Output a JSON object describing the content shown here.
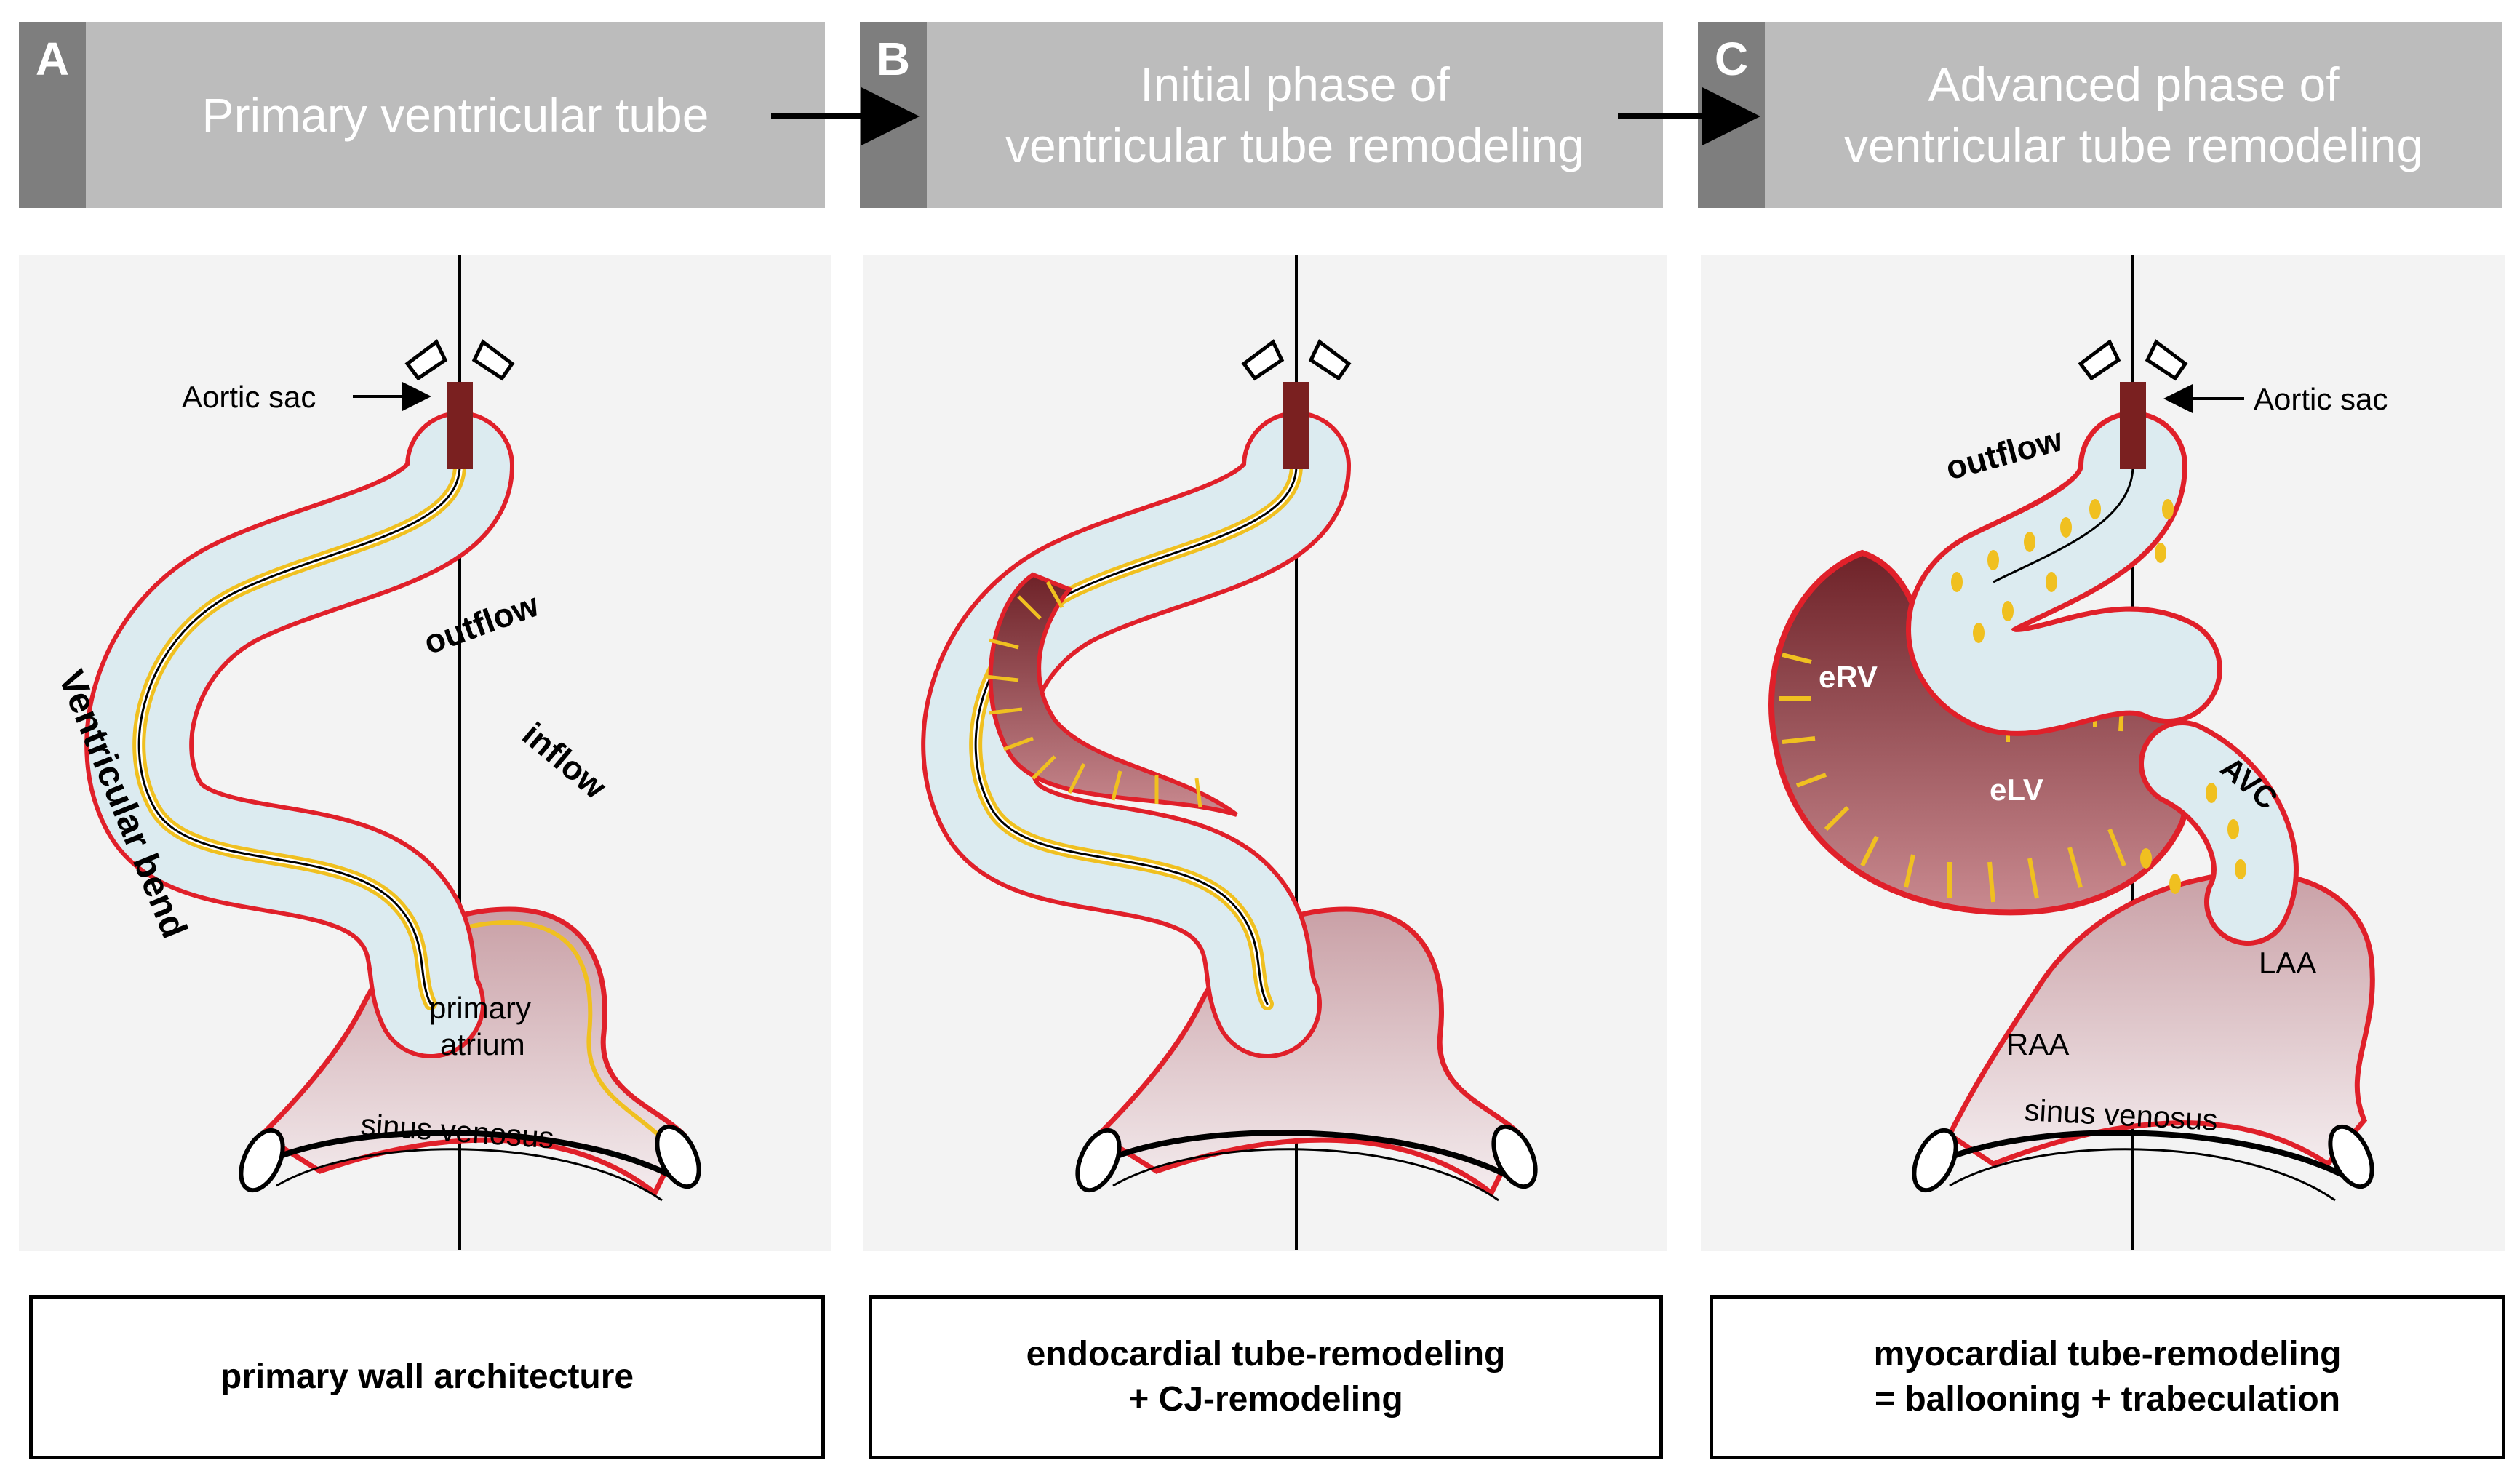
{
  "panels": [
    {
      "letter": "A",
      "title_lines": [
        "Primary ventricular tube"
      ],
      "caption_lines": [
        "primary wall architecture"
      ]
    },
    {
      "letter": "B",
      "title_lines": [
        "Initial phase of",
        "ventricular tube remodeling"
      ],
      "caption_lines": [
        "endocardial tube-remodeling",
        "+ CJ-remodeling"
      ]
    },
    {
      "letter": "C",
      "title_lines": [
        "Advanced phase of",
        "ventricular tube remodeling"
      ],
      "caption_lines": [
        "myocardial tube-remodeling",
        "= ballooning + trabeculation"
      ]
    }
  ],
  "labels": {
    "a_aortic_sac": "Aortic sac",
    "a_outflow": "outflow",
    "a_inflow": "inflow",
    "a_ventricular_bend": "Ventricular bend",
    "a_primary": "primary",
    "a_atrium": "atrium",
    "a_sinus_venosus": "sinus venosus",
    "c_aortic_sac": "Aortic sac",
    "c_outflow": "outflow",
    "c_erv": "eRV",
    "c_elv": "eLV",
    "c_avc": "AVC",
    "c_laa": "LAA",
    "c_raa": "RAA",
    "c_sinus_venosus": "sinus venosus"
  },
  "colors": {
    "header_bg": "#bcbcbc",
    "header_tab": "#7e7e7e",
    "myocardium": "#e0202a",
    "endocardium": "#f0c020",
    "lumen": "#dcebf0",
    "atrium": "#e6d2d5",
    "trabecular": "#8a3838"
  }
}
